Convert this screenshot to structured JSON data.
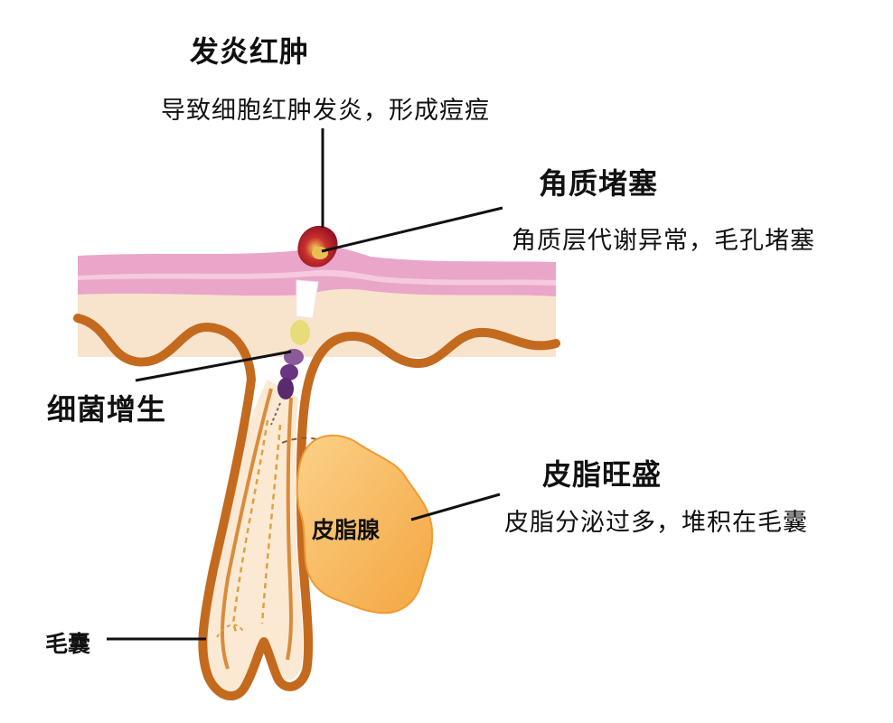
{
  "labels": {
    "inflammation": {
      "title": "发炎红肿",
      "desc": "导致细胞红肿发炎，形成痘痘"
    },
    "keratin": {
      "title": "角质堵塞",
      "desc": "角质层代谢异常，毛孔堵塞"
    },
    "bacteria": {
      "title": "细菌增生"
    },
    "sebum": {
      "title": "皮脂旺盛",
      "desc": "皮脂分泌过多，堆积在毛囊"
    },
    "sebaceous_gland": "皮脂腺",
    "hair_follicle": "毛囊"
  },
  "colors": {
    "epidermis": "#e9a6c8",
    "dermis": "#f8e4cc",
    "follicle_wall": "#c46a1e",
    "gland": "#f6b356",
    "pimple": "#b3122a",
    "bacteria": "#5a2a6e",
    "leader_line": "#111111"
  }
}
